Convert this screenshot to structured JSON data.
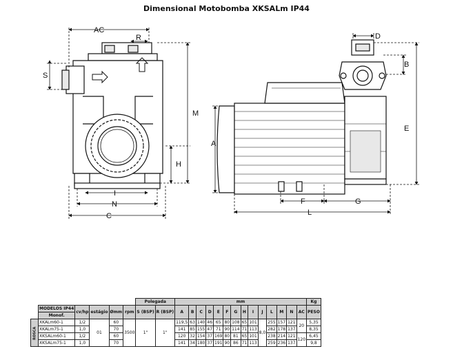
{
  "title": "Dimensional Motobomba XKSALm IP44",
  "dims": {
    "AC": "AC",
    "R": "R",
    "S": "S",
    "M": "M",
    "H": "H",
    "I": "I",
    "N": "N",
    "C": "C",
    "D": "D",
    "B": "B",
    "E": "E",
    "A": "A",
    "F": "F",
    "G": "G",
    "L": "L"
  },
  "table": {
    "top": {
      "polegada": "Polegada",
      "mm": "mm",
      "kg": "Kg"
    },
    "h": {
      "modelos": "MODELOS IP44",
      "monof": "Monof.",
      "cv": "cv/hp",
      "estagio": "estágio",
      "omm": "Ømm",
      "rpm": "rpm",
      "s": "S (BSP)",
      "r": "R (BSP)",
      "A": "A",
      "B": "B",
      "C": "C",
      "D": "D",
      "E": "E",
      "F": "F",
      "G": "G",
      "H": "H",
      "I": "I",
      "J": "J",
      "L": "L",
      "M": "M",
      "N": "N",
      "AC": "AC",
      "peso": "PESO"
    },
    "side": "ROSCA",
    "estagio": "01",
    "rpm": "3500",
    "s": "1\"",
    "r": "1\"",
    "J": "8,0",
    "AC": [
      "20",
      "120"
    ],
    "rows": [
      {
        "model": "XKALm60-1",
        "cv": "1/2",
        "o": "60",
        "A": "119,5",
        "B": "63",
        "C": "140",
        "D": "46",
        "E": "65",
        "F": "80",
        "G": "108",
        "H": "65",
        "I": "101",
        "L": "255",
        "M": "157",
        "N": "121",
        "peso": "5,35"
      },
      {
        "model": "XKALm75-1",
        "cv": "1,0",
        "o": "70",
        "A": "141",
        "B": "85",
        "C": "155",
        "D": "47",
        "E": "71",
        "F": "90",
        "G": "114",
        "H": "71",
        "I": "113",
        "L": "282",
        "M": "178",
        "N": "137",
        "peso": "8,35"
      },
      {
        "model": "XKSALm60-1",
        "cv": "1/2",
        "o": "60",
        "A": "120",
        "B": "32",
        "C": "154",
        "D": "37",
        "E": "169",
        "F": "80",
        "G": "81",
        "H": "65",
        "I": "101",
        "L": "238",
        "M": "214",
        "N": "121",
        "peso": "6,45"
      },
      {
        "model": "XKSALm75-1",
        "cv": "1,0",
        "o": "70",
        "A": "141",
        "B": "34",
        "C": "180",
        "D": "37",
        "E": "191",
        "F": "90",
        "G": "86",
        "H": "71",
        "I": "113",
        "L": "259",
        "M": "236",
        "N": "137",
        "peso": "9,8"
      }
    ]
  }
}
